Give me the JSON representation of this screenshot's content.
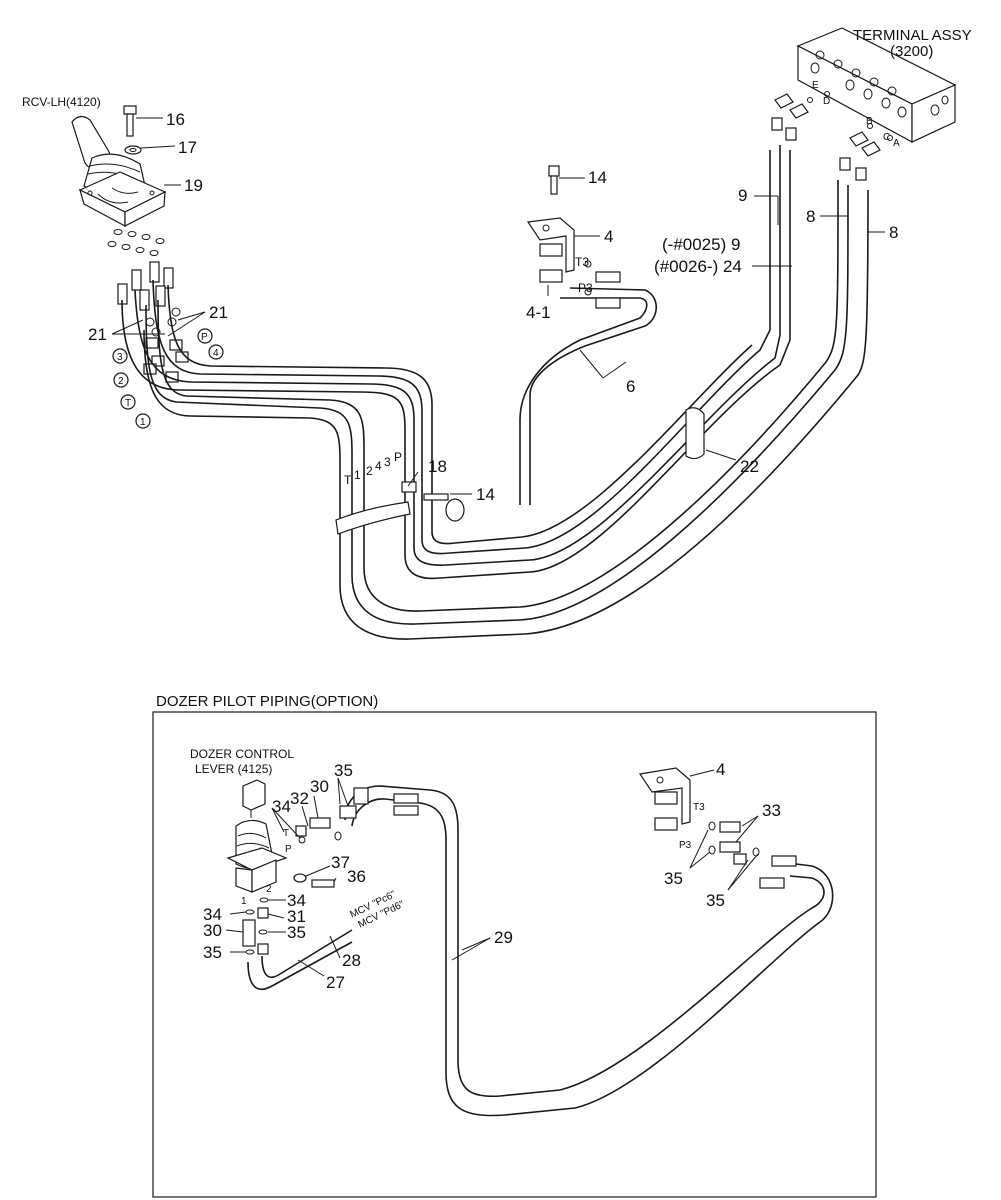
{
  "labels": {
    "terminal_assy": "TERMINAL ASSY",
    "terminal_code": "(3200)",
    "rcv_lh": "RCV-LH(4120)",
    "dozer_title": "DOZER PILOT PIPING(OPTION)",
    "dozer_lever_1": "DOZER CONTROL",
    "dozer_lever_2": "LEVER (4125)",
    "serial_a": "(-#0025) 9",
    "serial_b": "(#0026-) 24",
    "mcv_pc6": "MCV \"Pc6\"",
    "mcv_pd6": "MCV \"Pd6\""
  },
  "port_letters": {
    "A": "A",
    "B": "B",
    "C": "C",
    "D": "D",
    "E": "E"
  },
  "circled_ports": {
    "p": "P",
    "p4": "4",
    "p3": "3",
    "p2": "2",
    "pt": "T",
    "p1": "1"
  },
  "pipe_tags": {
    "t": "T",
    "n1": "1",
    "n2": "2",
    "n4": "4",
    "n3": "3",
    "p": "P"
  },
  "small_tags": {
    "t3": "T3",
    "p3": "P3",
    "t3b": "T3",
    "p3b": "P3",
    "t": "T",
    "p": "P",
    "one": "1",
    "two": "2"
  },
  "callouts": {
    "c16": "16",
    "c17": "17",
    "c19": "19",
    "c14a": "14",
    "c4": "4",
    "c41": "4-1",
    "c9": "9",
    "c8a": "8",
    "c8b": "8",
    "c21a": "21",
    "c21b": "21",
    "c6": "6",
    "c18": "18",
    "c14b": "14",
    "c22": "22",
    "d4": "4",
    "d33": "33",
    "d35a": "35",
    "d35b": "35",
    "d35c": "35",
    "d30a": "30",
    "d32": "32",
    "d34a": "34",
    "d37": "37",
    "d36": "36",
    "d34b": "34",
    "d34c": "34",
    "d31": "31",
    "d30b": "30",
    "d35d": "35",
    "d35e": "35",
    "d28": "28",
    "d27": "27",
    "d29": "29"
  }
}
